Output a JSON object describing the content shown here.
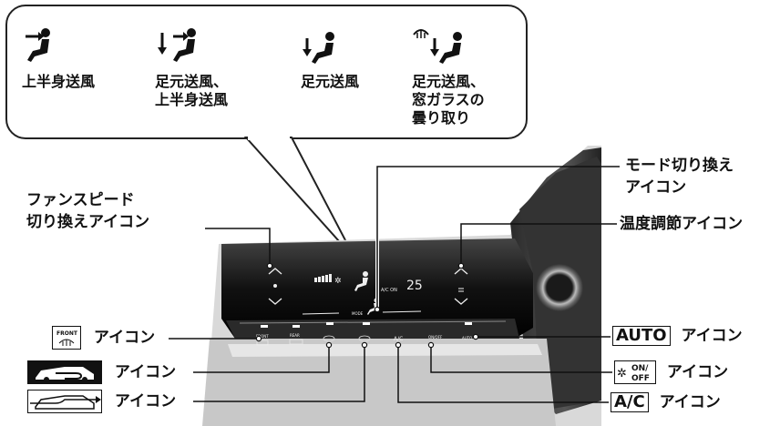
{
  "modes": [
    {
      "icon": "upper-body-airflow-icon",
      "line1": "上半身送風",
      "line2": "",
      "line3": ""
    },
    {
      "icon": "feet-upper-airflow-icon",
      "line1": "足元送風、",
      "line2": "上半身送風",
      "line3": ""
    },
    {
      "icon": "feet-airflow-icon",
      "line1": "足元送風",
      "line2": "",
      "line3": ""
    },
    {
      "icon": "feet-defrost-airflow-icon",
      "line1": "足元送風、",
      "line2": "窓ガラスの",
      "line3": "曇り取り"
    }
  ],
  "labels": {
    "fan_speed_1": "ファンスピード",
    "fan_speed_2": "切り換えアイコン",
    "mode_1": "モード切り換え",
    "mode_2": "アイコン",
    "temp": "温度調節アイコン",
    "front_icon_text": "FRONT",
    "front_suffix": "アイコン",
    "recirc_suffix": "アイコン",
    "fresh_suffix": "アイコン",
    "auto_box": "AUTO",
    "auto_suffix": "アイコン",
    "fan_onoff_box_top": "ON/",
    "fan_onoff_box_bottom": "OFF",
    "fan_onoff_suffix": "アイコン",
    "ac_box": "A/C",
    "ac_suffix": "アイコン"
  },
  "panel": {
    "temperature": "25",
    "ac_on": "A/C ON",
    "mode_text": "MODE",
    "btn_front": "FRONT",
    "btn_rear": "REAR",
    "btn_ac": "A/C",
    "btn_onoff": "ON/OFF",
    "btn_auto": "AUTO"
  }
}
